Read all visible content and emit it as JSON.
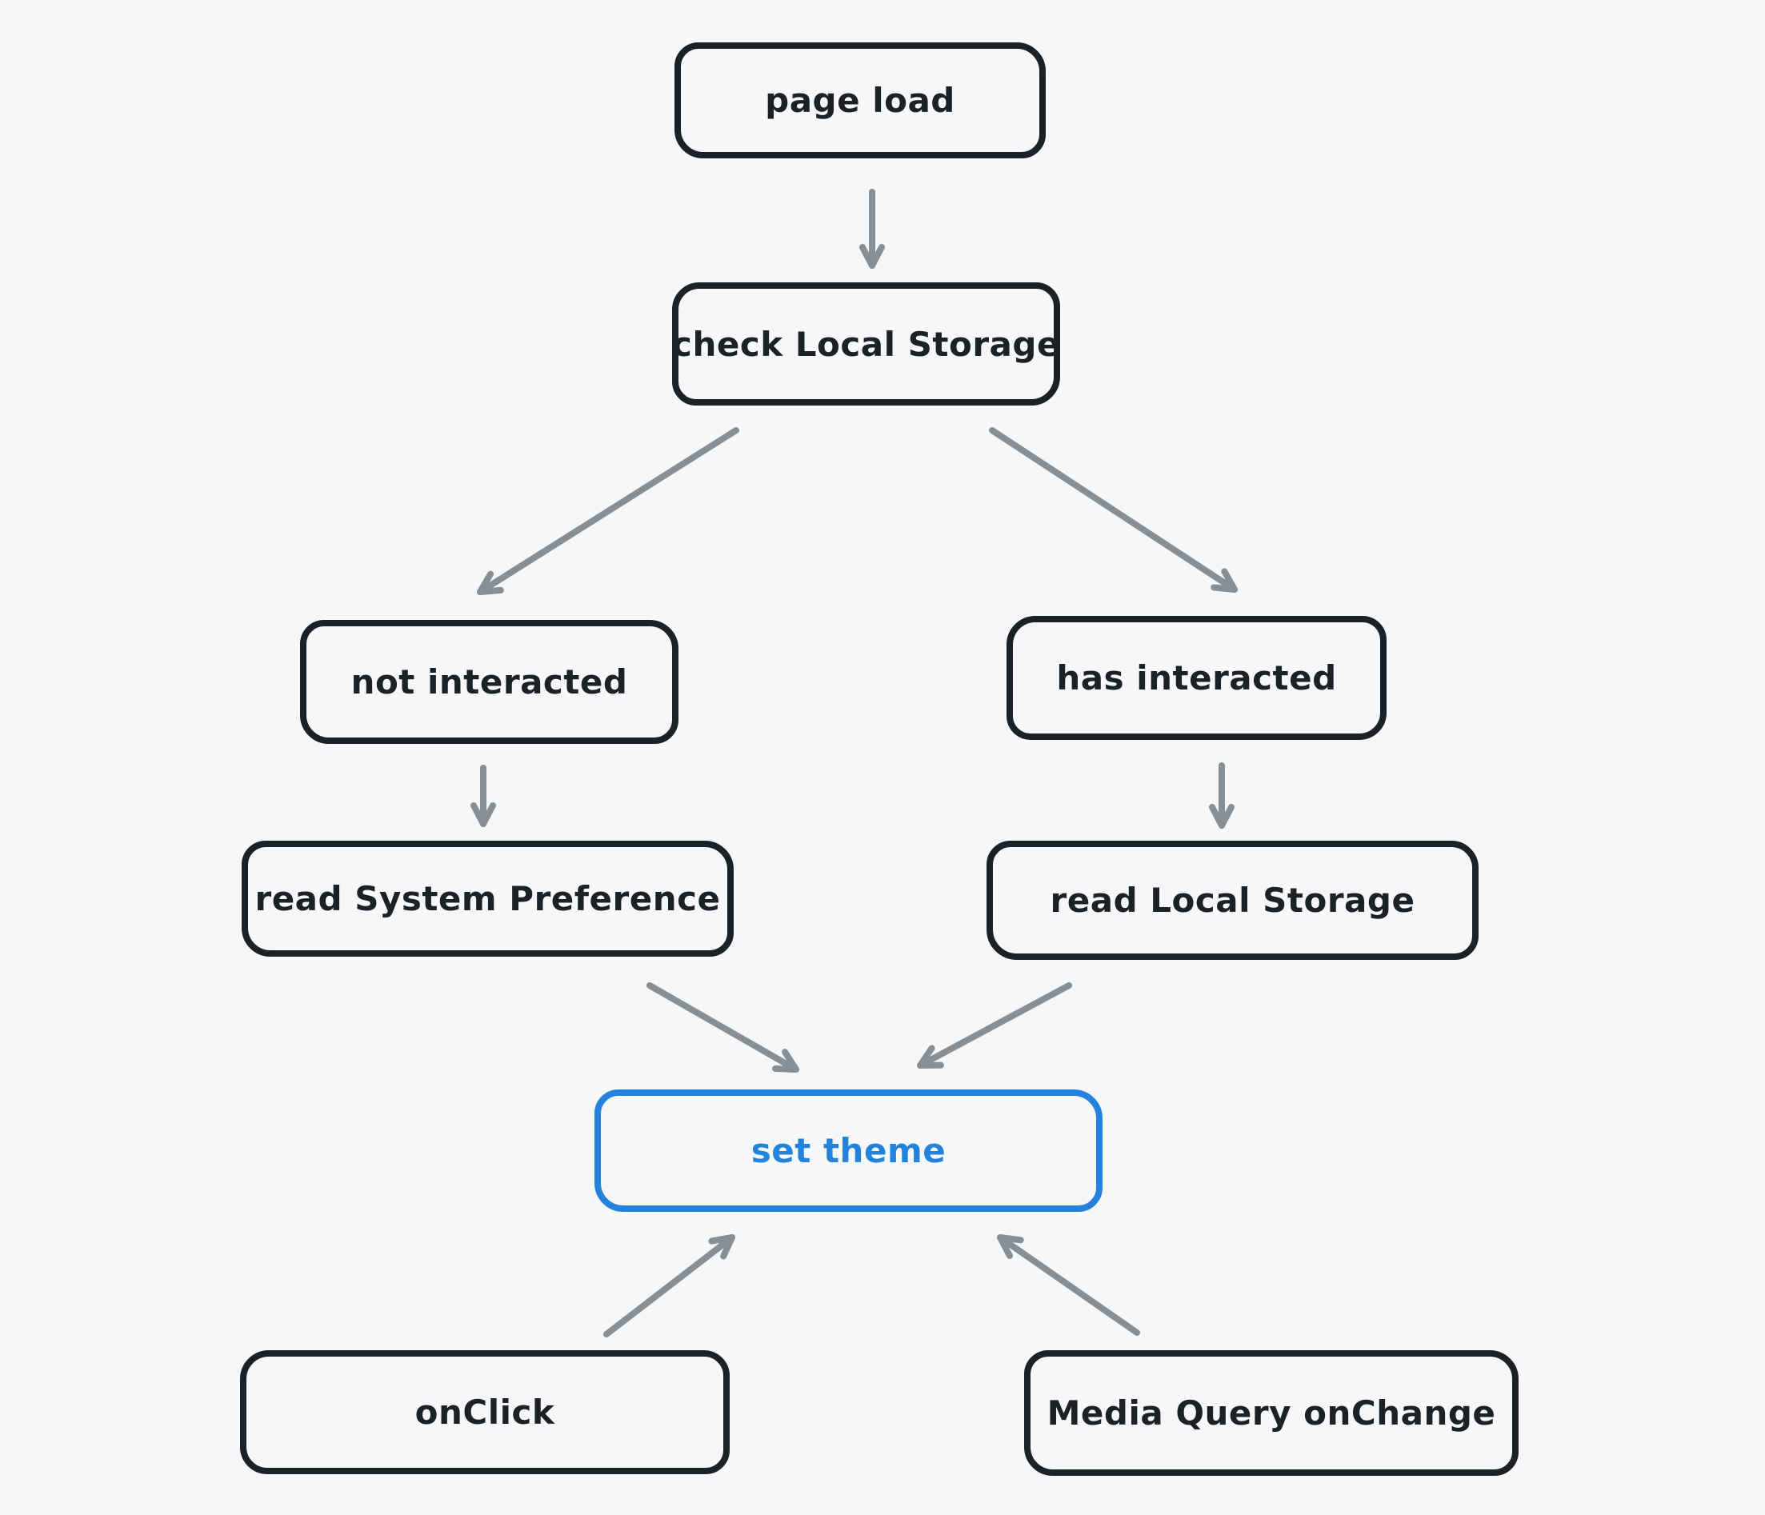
{
  "diagram": {
    "background_color": "#f6f7f9",
    "colors": {
      "node_border": "#1d2125",
      "node_text": "#1d2125",
      "accent": "#2383dc",
      "arrow": "#868e96"
    },
    "nodes": [
      {
        "id": "page-load",
        "label": "page load",
        "emphasis": "default"
      },
      {
        "id": "check-local-storage",
        "label": "check Local Storage",
        "emphasis": "default"
      },
      {
        "id": "not-interacted",
        "label": "not interacted",
        "emphasis": "default"
      },
      {
        "id": "has-interacted",
        "label": "has interacted",
        "emphasis": "default"
      },
      {
        "id": "read-system-preference",
        "label": "read System Preference",
        "emphasis": "default"
      },
      {
        "id": "read-local-storage",
        "label": "read Local Storage",
        "emphasis": "default"
      },
      {
        "id": "set-theme",
        "label": "set theme",
        "emphasis": "accent"
      },
      {
        "id": "onclick",
        "label": "onClick",
        "emphasis": "default"
      },
      {
        "id": "media-query-onchange",
        "label": "Media Query onChange",
        "emphasis": "default"
      }
    ],
    "edges": [
      {
        "from": "page-load",
        "to": "check-local-storage"
      },
      {
        "from": "check-local-storage",
        "to": "not-interacted"
      },
      {
        "from": "check-local-storage",
        "to": "has-interacted"
      },
      {
        "from": "not-interacted",
        "to": "read-system-preference"
      },
      {
        "from": "has-interacted",
        "to": "read-local-storage"
      },
      {
        "from": "read-system-preference",
        "to": "set-theme"
      },
      {
        "from": "read-local-storage",
        "to": "set-theme"
      },
      {
        "from": "onclick",
        "to": "set-theme"
      },
      {
        "from": "media-query-onchange",
        "to": "set-theme"
      }
    ]
  }
}
